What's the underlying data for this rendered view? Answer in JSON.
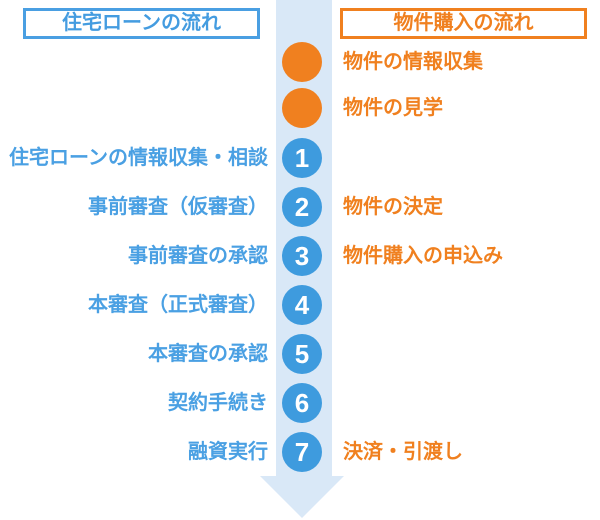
{
  "headers": {
    "loan": "住宅ローンの流れ",
    "property": "物件購入の流れ"
  },
  "loan_steps": [
    {
      "num": "1",
      "label": "住宅ローンの情報収集・相談"
    },
    {
      "num": "2",
      "label": "事前審査（仮審査）"
    },
    {
      "num": "3",
      "label": "事前審査の承認"
    },
    {
      "num": "4",
      "label": "本審査（正式審査）"
    },
    {
      "num": "5",
      "label": "本審査の承認"
    },
    {
      "num": "6",
      "label": "契約手続き"
    },
    {
      "num": "7",
      "label": "融資実行"
    }
  ],
  "property_steps": [
    {
      "label": "物件の情報収集"
    },
    {
      "label": "物件の見学"
    },
    {
      "label": "物件の決定"
    },
    {
      "label": "物件購入の申込み"
    },
    {
      "label": "決済・引渡し"
    }
  ],
  "colors": {
    "blue_accent": "#449CE0",
    "blue_circle": "#3E9BDE",
    "orange_accent": "#F0801F",
    "arrow_band": "#D9E8F7"
  }
}
